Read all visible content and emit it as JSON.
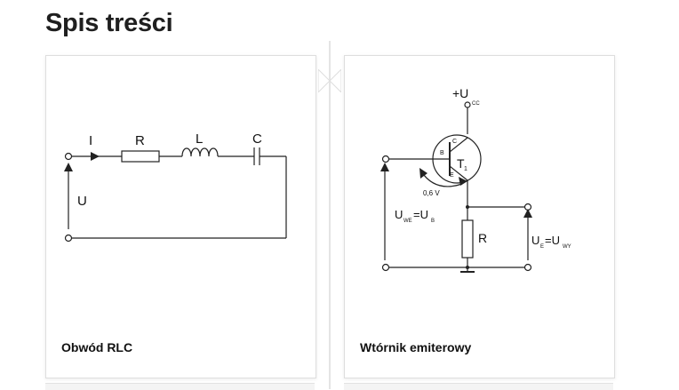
{
  "page": {
    "title": "Spis treści"
  },
  "cards": [
    {
      "title": "Obwód RLC",
      "diagram": {
        "current_label": "I",
        "resistor_label": "R",
        "inductor_label": "L",
        "capacitor_label": "C",
        "voltage_label": "U"
      }
    },
    {
      "title": "Wtórnik emiterowy",
      "diagram": {
        "supply_label": "+U",
        "supply_sub": "CC",
        "transistor_label": "T",
        "transistor_sub": "1",
        "base_label": "B",
        "collector_label": "C",
        "emitter_label": "E",
        "vbe_label": "0,6 V",
        "resistor_label": "R",
        "input_label_main": "U",
        "input_label_sub": "WE",
        "input_label_eq": "=U",
        "input_label_sub2": "B",
        "output_label_main": "U",
        "output_label_sub": "E",
        "output_label_eq": "=U",
        "output_label_sub2": "WY"
      }
    }
  ],
  "colors": {
    "title_text": "#1f1f1f",
    "card_border": "#dedede",
    "wire": "#222222"
  }
}
